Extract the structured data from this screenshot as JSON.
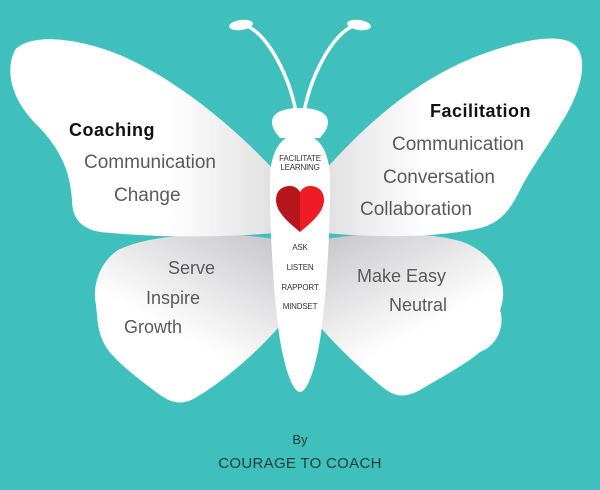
{
  "colors": {
    "background": "#40c0bc",
    "wing": "#ffffff",
    "heart_left": "#b5151b",
    "heart_right": "#ee1c24",
    "heading_text": "#111111",
    "item_text": "#5a5a5a"
  },
  "left_upper_wing": {
    "heading": "Coaching",
    "items": [
      "Communication",
      "Change"
    ]
  },
  "right_upper_wing": {
    "heading": "Facilitation",
    "items": [
      "Communication",
      "Conversation",
      "Collaboration"
    ]
  },
  "left_lower_wing": {
    "items": [
      "Serve",
      "Inspire",
      "Growth"
    ]
  },
  "right_lower_wing": {
    "items": [
      "Make Easy",
      "Neutral"
    ]
  },
  "body": {
    "title_line1": "FACILITATE",
    "title_line2": "LEARNING",
    "icon": "heart-icon",
    "items": [
      "ASK",
      "LISTEN",
      "RAPPORT",
      "MINDSET"
    ]
  },
  "footer": {
    "by": "By",
    "credit": "COURAGE TO COACH"
  }
}
